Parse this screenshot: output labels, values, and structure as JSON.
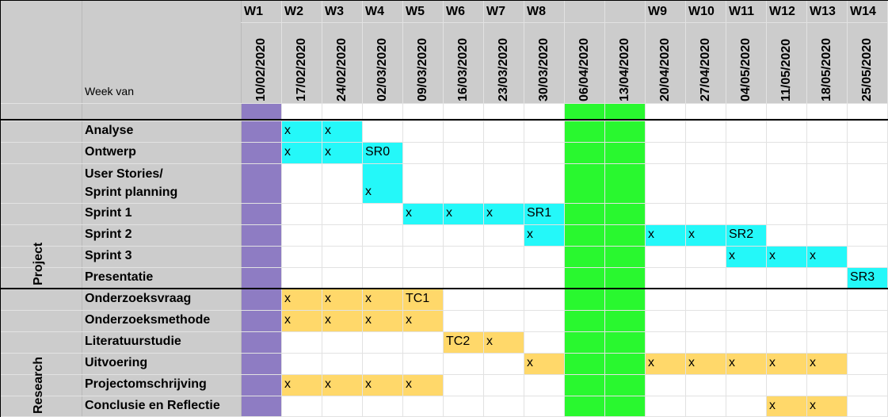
{
  "colors": {
    "header_bg": "#cccccc",
    "grid_line": "#e2e2e2",
    "week1_fill": "#8e7cc3",
    "holiday_fill": "#29f82f",
    "project_fill": "#24f8f9",
    "research_fill": "#ffd86a"
  },
  "header": {
    "week_van_label": "Week van",
    "weeks": [
      "W1",
      "W2",
      "W3",
      "W4",
      "W5",
      "W6",
      "W7",
      "W8",
      "",
      "",
      "W9",
      "W10",
      "W11",
      "W12",
      "W13",
      "W14"
    ],
    "dates": [
      "10/02/2020",
      "17/02/2020",
      "24/02/2020",
      "02/03/2020",
      "09/03/2020",
      "16/03/2020",
      "23/03/2020",
      "30/03/2020",
      "06/04/2020",
      "13/04/2020",
      "20/04/2020",
      "27/04/2020",
      "04/05/2020",
      "11/05/2020",
      "18/05/2020",
      "25/05/2020"
    ]
  },
  "groups": [
    {
      "name": "Project",
      "color": "project",
      "tasks": [
        {
          "label": "Analyse",
          "marks": {
            "1": "x",
            "2": "x"
          }
        },
        {
          "label": "Ontwerp",
          "marks": {
            "1": "x",
            "2": "x",
            "3": "SR0"
          }
        },
        {
          "label": "User Stories/\nSprint planning",
          "marks": {
            "3": "x"
          }
        },
        {
          "label": "Sprint 1",
          "marks": {
            "4": "x",
            "5": "x",
            "6": "x",
            "7": "SR1"
          }
        },
        {
          "label": "Sprint 2",
          "marks": {
            "7": "x",
            "10": "x",
            "11": "x",
            "12": "SR2"
          }
        },
        {
          "label": "Sprint 3",
          "marks": {
            "12": "x",
            "13": "x",
            "14": "x"
          }
        },
        {
          "label": "Presentatie",
          "marks": {
            "15": "SR3"
          }
        }
      ]
    },
    {
      "name": "Research",
      "color": "research",
      "tasks": [
        {
          "label": "Onderzoeksvraag",
          "marks": {
            "1": "x",
            "2": "x",
            "3": "x",
            "4": "TC1"
          }
        },
        {
          "label": "Onderzoeksmethode",
          "marks": {
            "1": "x",
            "2": "x",
            "3": "x",
            "4": "x"
          }
        },
        {
          "label": "Literatuurstudie",
          "marks": {
            "5": "TC2",
            "6": "x"
          }
        },
        {
          "label": "Uitvoering",
          "marks": {
            "7": "x",
            "10": "x",
            "11": "x",
            "12": "x",
            "13": "x",
            "14": "x"
          }
        },
        {
          "label": "Projectomschrijving",
          "marks": {
            "1": "x",
            "2": "x",
            "3": "x",
            "4": "x"
          }
        },
        {
          "label": "Conclusie en Reflectie",
          "marks": {
            "13": "x",
            "14": "x"
          }
        }
      ]
    }
  ],
  "highlight_columns": {
    "week1": [
      0
    ],
    "holiday": [
      8,
      9
    ]
  },
  "filled_cells": {
    "Uitvoering": [
      7,
      10,
      11,
      12,
      13,
      14
    ]
  }
}
